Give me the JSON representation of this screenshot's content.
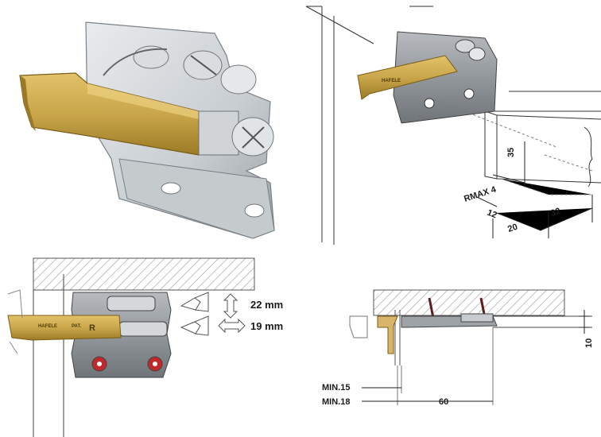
{
  "labels": {
    "rmax": "RMAX 4",
    "dim35": "35",
    "dim12": "12",
    "dim20": "20",
    "dim32": "32",
    "dim22mm": "22 mm",
    "dim19mm": "19 mm",
    "dim10": "10",
    "dim60": "60",
    "min15": "MIN.15",
    "min18": "MIN.18",
    "brand": "HAFELE",
    "pat": "PAT.",
    "side_mark": "R"
  },
  "colors": {
    "brass": "#c9a64a",
    "brass_dark": "#8a6d22",
    "steel": "#cfd3d6",
    "steel_dark": "#8e9499",
    "plate_grey": "#8d9196",
    "red_cap": "#c0292b",
    "wood_hatch": "#b0b0b0"
  },
  "icons": [
    "bracket-3d",
    "cabinet-perspective",
    "front-view-bracket",
    "side-section"
  ]
}
